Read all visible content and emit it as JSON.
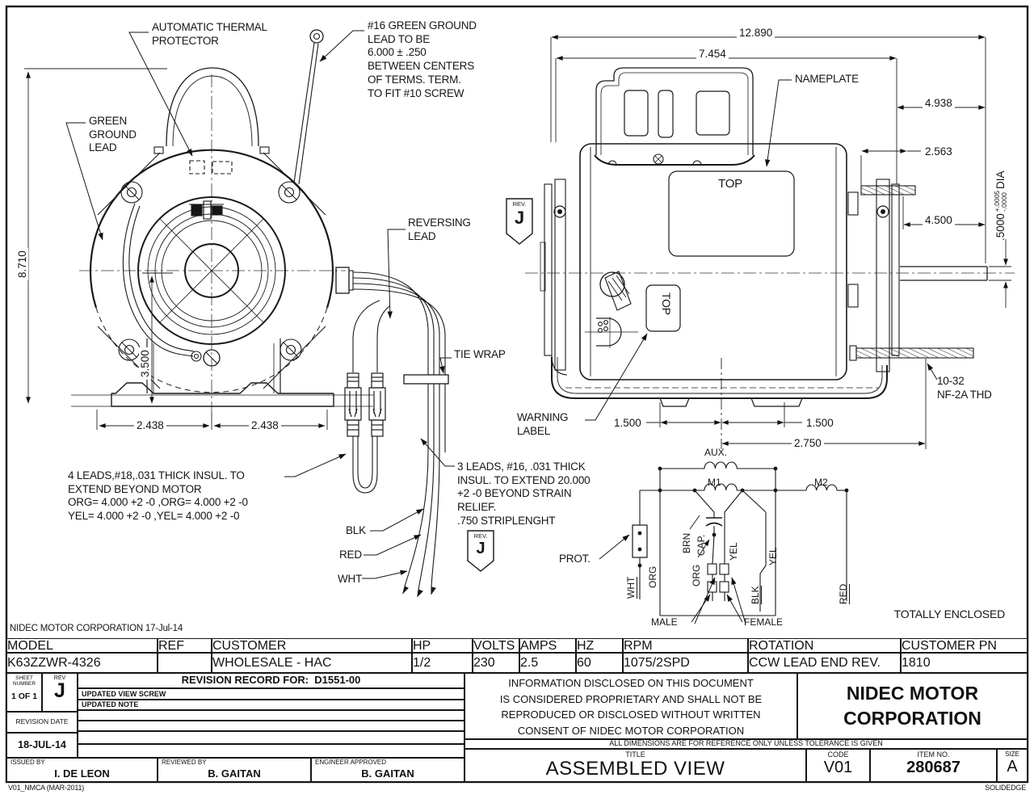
{
  "sheet": {
    "stamp": "NIDEC MOTOR CORPORATION 17-Jul-14",
    "totally_enclosed": "TOTALLY ENCLOSED",
    "footer_left": "V01_NMCA (MAR-2011)",
    "footer_right": "SOLIDEDGE"
  },
  "rev_flag": {
    "label": "REV.",
    "letter": "J"
  },
  "front_view": {
    "labels": {
      "thermal_protector": "AUTOMATIC THERMAL\nPROTECTOR",
      "ground_note": "#16 GREEN GROUND\nLEAD TO BE\n6.000 ± .250\nBETWEEN CENTERS\nOF TERMS. TERM.\nTO FIT #10 SCREW",
      "green_ground_lead": "GREEN\nGROUND\nLEAD",
      "reversing_lead": "REVERSING\nLEAD",
      "tie_wrap": "TIE WRAP",
      "four_leads": "4 LEADS,#18,.031 THICK INSUL. TO\nEXTEND BEYOND MOTOR\nORG= 4.000 +2 -0 ,ORG= 4.000 +2 -0\nYEL= 4.000 +2 -0 ,YEL= 4.000 +2 -0",
      "three_leads": "3 LEADS, #16, .031 THICK\nINSUL. TO EXTEND 20.000\n+2 -0 BEYOND STRAIN\nRELIEF.\n.750 STRIPLENGHT",
      "blk": "BLK",
      "red": "RED",
      "wht": "WHT"
    },
    "dims": {
      "height": "8.710",
      "axis": "3.500",
      "foot_left": "2.438",
      "foot_right": "2.438"
    }
  },
  "side_view": {
    "labels": {
      "nameplate": "NAMEPLATE",
      "top_body": "TOP",
      "top_small": "TOP",
      "warning": "WARNING\nLABEL",
      "thread": "10-32\nNF-2A THD"
    },
    "dims": {
      "overall": "12.890",
      "body": "7.454",
      "d4938": "4.938",
      "d2563": "2.563",
      "d4500": "4.500",
      "dia": ".5000",
      "dia_plus": "+.0005",
      "dia_minus": "-.0000",
      "dia_suffix": "DIA",
      "foot_a": "1.500",
      "foot_b": "1.500",
      "foot_span": "2.750"
    }
  },
  "schematic": {
    "aux": "AUX.",
    "m1": "M1",
    "m2": "M2",
    "prot": "PROT.",
    "wht": "WHT",
    "org_rail": "ORG",
    "brn": "BRN",
    "cap": "CAP.",
    "org_cap": "ORG",
    "yel_a": "YEL",
    "yel_b": "YEL",
    "blk": "BLK",
    "red": "RED",
    "male": "MALE",
    "female": "FEMALE"
  },
  "title_block": {
    "spec": {
      "columns": [
        {
          "label": "MODEL",
          "value": "K63ZZWR-4326"
        },
        {
          "label": "REF",
          "value": ""
        },
        {
          "label": "CUSTOMER",
          "value": "WHOLESALE - HAC"
        },
        {
          "label": "HP",
          "value": "1/2"
        },
        {
          "label": "VOLTS",
          "value": "230"
        },
        {
          "label": "AMPS",
          "value": "2.5"
        },
        {
          "label": "HZ",
          "value": "60"
        },
        {
          "label": "RPM",
          "value": "1075/2SPD"
        },
        {
          "label": "ROTATION",
          "value": "CCW LEAD END REV."
        },
        {
          "label": "CUSTOMER PN",
          "value": "1810"
        }
      ]
    },
    "revision": {
      "sheet_label": "SHEET\nNUMBER",
      "sheet_value": "1 OF 1",
      "rev_label": "REV",
      "rev_value": "J",
      "record_title": "REVISION RECORD FOR:",
      "record_doc": "D1551-00",
      "row1": "UPDATED VIEW SCREW",
      "row2": "UPDATED NOTE",
      "date_label": "REVISION DATE",
      "date_value": "18-JUL-14"
    },
    "signoff": {
      "issued_label": "ISSUED BY",
      "issued": "I. DE LEON",
      "reviewed_label": "REVIEWED BY",
      "reviewed": "B. GAITAN",
      "approved_label": "ENGINEER APPROVED",
      "approved": "B. GAITAN"
    },
    "proprietary": "INFORMATION DISCLOSED ON THIS DOCUMENT\nIS CONSIDERED PROPRIETARY AND SHALL NOT BE\nREPRODUCED OR DISCLOSED WITHOUT WRITTEN\nCONSENT OF NIDEC MOTOR CORPORATION",
    "company": "NIDEC MOTOR\nCORPORATION",
    "tolerance_note": "ALL DIMENSIONS ARE FOR REFERENCE ONLY UNLESS TOLERANCE IS GIVEN",
    "title_label": "TITLE",
    "title": "ASSEMBLED VIEW",
    "code_label": "CODE",
    "code": "V01",
    "item_label": "ITEM NO.",
    "item": "280687",
    "size_label": "SIZE",
    "size": "A"
  }
}
